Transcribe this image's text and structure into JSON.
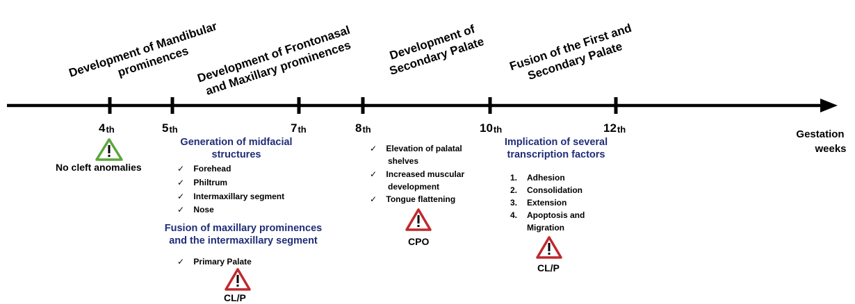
{
  "phases": [
    {
      "lines": [
        "Development of Mandibular",
        "prominences"
      ]
    },
    {
      "lines": [
        "Development of Frontonasal",
        "and Maxillary prominences"
      ]
    },
    {
      "lines": [
        "Development of",
        "Secondary Palate"
      ]
    },
    {
      "lines": [
        "Fusion of the First and",
        "Secondary Palate"
      ]
    }
  ],
  "weeks": [
    {
      "num": "4",
      "suffix": "th"
    },
    {
      "num": "5",
      "suffix": "th"
    },
    {
      "num": "7",
      "suffix": "th"
    },
    {
      "num": "8",
      "suffix": "th"
    },
    {
      "num": "10",
      "suffix": "th"
    },
    {
      "num": "12",
      "suffix": "th"
    }
  ],
  "axis_label": [
    "Gestation",
    "weeks"
  ],
  "week4": {
    "label": "No cleft anomalies",
    "icon": "warning-triangle-green"
  },
  "midfacial": {
    "heading": [
      "Generation of midfacial",
      "structures"
    ],
    "items": [
      "Forehead",
      "Philtrum",
      "Intermaxillary segment",
      "Nose"
    ],
    "fusion_heading": [
      "Fusion of maxillary prominences",
      "and the intermaxillary segment"
    ],
    "fusion_items": [
      "Primary Palate"
    ],
    "label": "CL/P",
    "icon": "warning-triangle-red"
  },
  "secondary": {
    "items": [
      "Elevation of palatal",
      "shelves",
      "Increased muscular",
      "development",
      "Tongue flattening"
    ],
    "label": "CPO",
    "icon": "warning-triangle-red"
  },
  "transcription": {
    "heading": [
      "Implication of several",
      "transcription factors"
    ],
    "items": [
      {
        "num": "1.",
        "text": "Adhesion"
      },
      {
        "num": "2.",
        "text": "Consolidation"
      },
      {
        "num": "3.",
        "text": "Extension"
      },
      {
        "num": "4.",
        "text": "Apoptosis and"
      },
      {
        "num": "",
        "text": "Migration"
      }
    ],
    "label": "CL/P",
    "icon": "warning-triangle-red"
  },
  "colors": {
    "green": "#5aa63a",
    "red": "#c0282d",
    "navy": "#1f2d78",
    "axis": "#000000"
  }
}
